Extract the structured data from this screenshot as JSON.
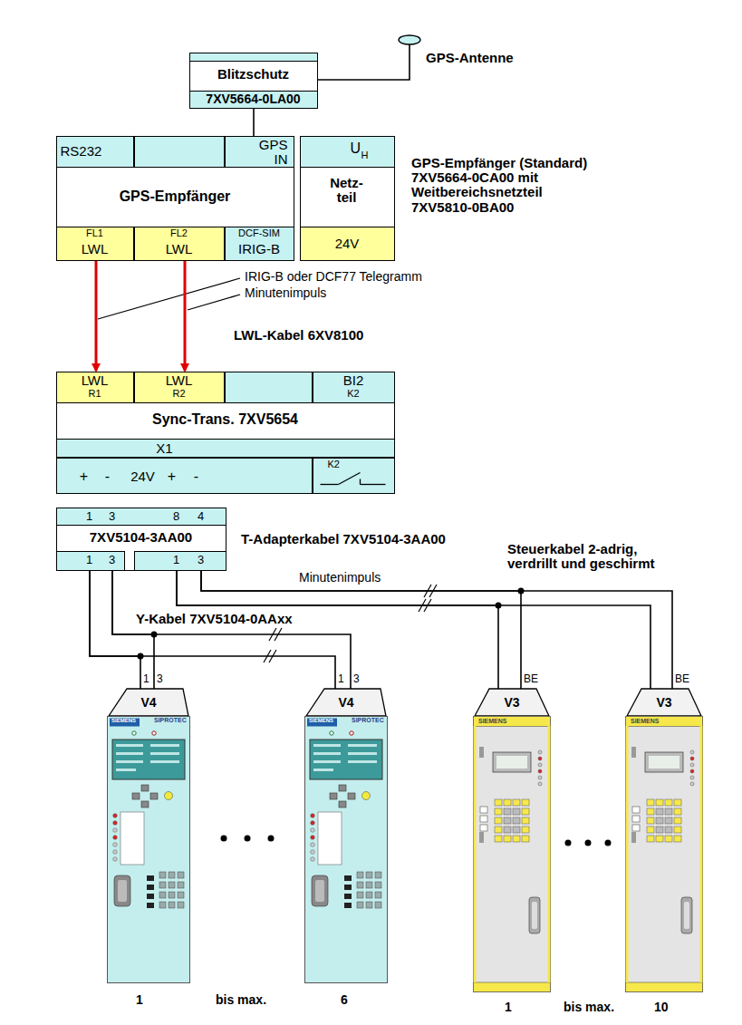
{
  "diagram": {
    "nodes": [
      {
        "text": [
          "Blitzschutz",
          "7XV5664-0LA00"
        ]
      },
      {
        "text": [
          "GPS-Antenne"
        ]
      },
      {
        "text": [
          "RS232",
          "GPS IN",
          "GPS-Empfänger",
          "FL1",
          "LWL",
          "FL2",
          "LWL",
          "DCF-SIM",
          "IRIG-B"
        ]
      },
      {
        "text": [
          "U",
          "H",
          "Netz- teil",
          "24V"
        ]
      },
      {
        "text": [
          "LWL",
          "R1",
          "LWL",
          "R2",
          "BI2",
          "K2",
          "Sync-Trans. 7XV5654",
          "X1",
          "+",
          "-",
          "24V",
          "+",
          "-",
          "K2"
        ]
      },
      {
        "text": [
          "1",
          "3",
          "8",
          "4",
          "7XV5104-3AA00",
          "1",
          "3",
          "1",
          "3"
        ]
      },
      {
        "text": [
          "V4",
          "1",
          "3",
          "SIEMENS",
          "SIPROTEC"
        ]
      },
      {
        "text": [
          "V4",
          "1",
          "3",
          "SIEMENS",
          "SIPROTEC"
        ]
      },
      {
        "text": [
          "V3",
          "BE",
          "SIEMENS"
        ]
      },
      {
        "text": [
          "V3",
          "BE",
          "SIEMENS"
        ]
      }
    ],
    "edges": [
      {
        "from": 0,
        "to": 1,
        "arrow": "none"
      },
      {
        "from": 0,
        "to": 2,
        "arrow": "none"
      },
      {
        "from": 2,
        "to": 4,
        "label": "IRIG-B oder DCF77 Telegramm",
        "arrow": "to"
      },
      {
        "from": 2,
        "to": 4,
        "label": "Minutenimpuls",
        "arrow": "to"
      },
      {
        "from": 5,
        "to": 6,
        "arrow": "none"
      },
      {
        "from": 5,
        "to": 7,
        "arrow": "none"
      },
      {
        "from": 5,
        "to": 8,
        "arrow": "none"
      },
      {
        "from": 5,
        "to": 9,
        "arrow": "none"
      }
    ],
    "labels": [
      "GPS-Empfänger (Standard) 7XV5664-0CA00 mit Weitbereichsnetzteil 7XV5810-0BA00",
      "LWL-Kabel 6XV8100",
      "T-Adapterkabel 7XV5104-3AA00",
      "Minutenimpuls",
      "Y-Kabel 7XV5104-0AAxx",
      "Steuerkabel 2-adrig, verdrillt und geschirmt",
      "1",
      "bis max.",
      "6",
      "1",
      "bis max.",
      "10"
    ]
  }
}
